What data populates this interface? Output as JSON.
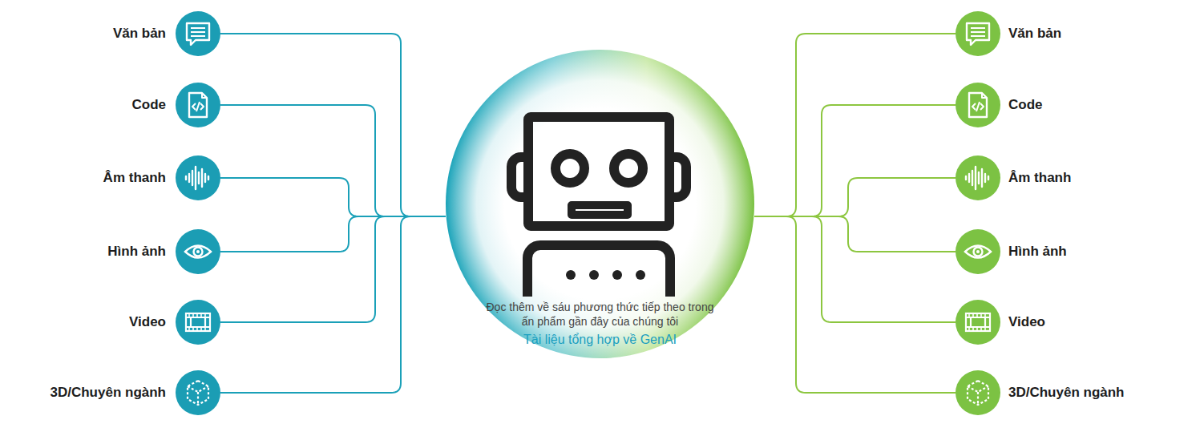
{
  "diagram": {
    "nodes": [
      {
        "text": [
          "Văn bản"
        ]
      },
      {
        "text": [
          "Code"
        ]
      },
      {
        "text": [
          "Âm thanh"
        ]
      },
      {
        "text": [
          "Hình ảnh"
        ]
      },
      {
        "text": [
          "Video"
        ]
      },
      {
        "text": [
          "3D/Chuyên ngành"
        ]
      },
      {
        "text": [
          "Đọc thêm về sáu phương thức tiếp theo trong ấn phẩm gần đây của chúng tôi",
          "Tài liệu tổng hợp về GenAI"
        ]
      },
      {
        "text": [
          "Văn bản"
        ]
      },
      {
        "text": [
          "Code"
        ]
      },
      {
        "text": [
          "Âm thanh"
        ]
      },
      {
        "text": [
          "Hình ảnh"
        ]
      },
      {
        "text": [
          "Video"
        ]
      },
      {
        "text": [
          "3D/Chuyên ngành"
        ]
      }
    ],
    "edges": [
      {
        "from": 0,
        "to": 6,
        "arrow": "none"
      },
      {
        "from": 1,
        "to": 6,
        "arrow": "none"
      },
      {
        "from": 2,
        "to": 6,
        "arrow": "none"
      },
      {
        "from": 3,
        "to": 6,
        "arrow": "none"
      },
      {
        "from": 4,
        "to": 6,
        "arrow": "none"
      },
      {
        "from": 5,
        "to": 6,
        "arrow": "none"
      },
      {
        "from": 6,
        "to": 7,
        "arrow": "none"
      },
      {
        "from": 6,
        "to": 8,
        "arrow": "none"
      },
      {
        "from": 6,
        "to": 9,
        "arrow": "none"
      },
      {
        "from": 6,
        "to": 10,
        "arrow": "none"
      },
      {
        "from": 6,
        "to": 11,
        "arrow": "none"
      },
      {
        "from": 6,
        "to": 12,
        "arrow": "none"
      }
    ]
  }
}
